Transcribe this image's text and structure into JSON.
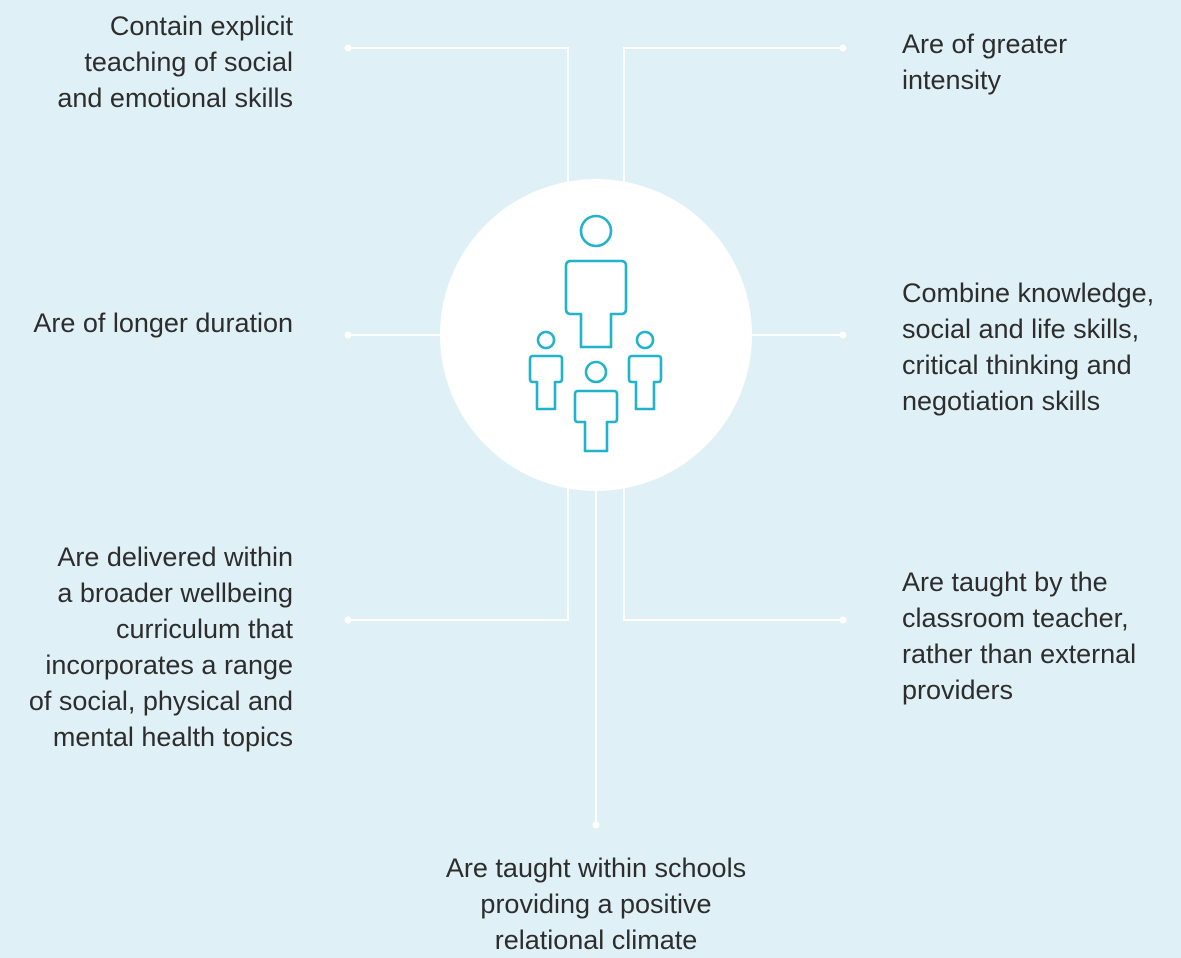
{
  "colors": {
    "background": "#dff0f6",
    "connector": "#ffffff",
    "hub_fill": "#ffffff",
    "icon_stroke": "#22b3cc",
    "text": "#2d2d2d"
  },
  "hub": {
    "icon": "people-group-icon"
  },
  "items": {
    "top_left": "Contain explicit\nteaching of social\nand emotional skills",
    "top_right": "Are of greater\nintensity",
    "mid_left": "Are of longer duration",
    "mid_right": "Combine knowledge,\nsocial and life skills,\ncritical thinking and\nnegotiation skills",
    "bottom_left": "Are delivered within\na broader wellbeing\ncurriculum that\nincorporates a range\nof social, physical and\nmental health topics",
    "bottom_right": "Are taught by the\nclassroom teacher,\nrather than external\nproviders",
    "bottom_center": "Are taught within schools\nproviding a positive\nrelational climate"
  }
}
